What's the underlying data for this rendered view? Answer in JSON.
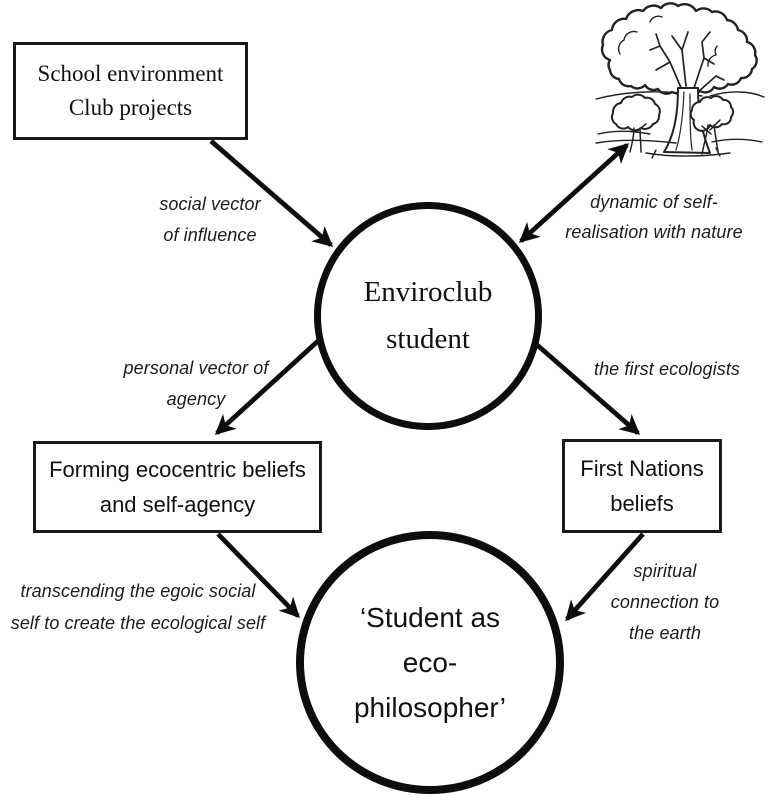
{
  "nodes": {
    "school": {
      "lines": [
        "School environment",
        "Club projects"
      ]
    },
    "enviroclub": {
      "lines": [
        "Enviroclub",
        "student"
      ]
    },
    "forming": {
      "lines": [
        "Forming ecocentric beliefs",
        "and self-agency"
      ]
    },
    "first_nations": {
      "lines": [
        "First Nations",
        "beliefs"
      ]
    },
    "eco_philosopher": {
      "lines": [
        "‘Student as",
        "eco-",
        "philosopher’"
      ]
    }
  },
  "edge_labels": {
    "social_vector": {
      "lines": [
        "social vector",
        "of influence"
      ]
    },
    "nature_dynamic": {
      "lines": [
        "dynamic of self-",
        "realisation with nature"
      ]
    },
    "personal_vector": {
      "lines": [
        "personal vector of",
        "agency"
      ]
    },
    "first_ecologists": {
      "lines": [
        "the first ecologists"
      ]
    },
    "transcending": {
      "lines": [
        "transcending the egoic social",
        "self to create the ecological self"
      ]
    },
    "spiritual": {
      "lines": [
        "spiritual",
        "connection to",
        "the earth"
      ]
    }
  },
  "icons": {
    "tree": "tree-illustration"
  },
  "colors": {
    "ink": "#111111",
    "background": "#ffffff"
  }
}
